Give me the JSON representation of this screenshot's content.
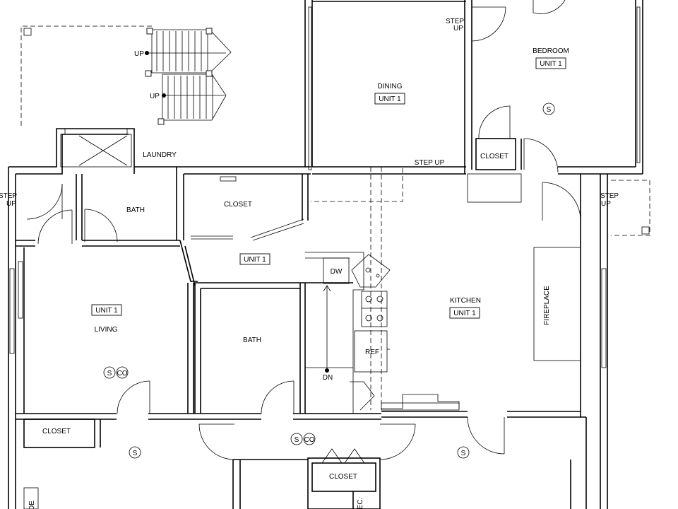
{
  "rooms": {
    "dining": "DINING",
    "bedroom": "BEDROOM",
    "laundry": "LAUNDRY",
    "bath_upper": "BATH",
    "closet_hall": "CLOSET",
    "closet_bedroom": "CLOSET",
    "living": "LIVING",
    "bath_center": "BATH",
    "kitchen": "KITCHEN",
    "fireplace": "FIREPLACE",
    "closet_lower_left": "CLOSET",
    "closet_lower_center": "CLOSET"
  },
  "unit_tags": {
    "dining": "UNIT 1",
    "bedroom": "UNIT 1",
    "hall": "UNIT 1",
    "living": "UNIT 1",
    "kitchen": "UNIT 1"
  },
  "step_labels": {
    "top_step": "STEP",
    "top_up": "UP",
    "dining_step_up": "STEP UP",
    "left_step": "STEP",
    "left_up": "UP",
    "right_step": "STEP",
    "right_up": "UP"
  },
  "stair_labels": {
    "up1": "UP",
    "up2": "UP",
    "dn": "DN"
  },
  "appliances": {
    "dw": "DW",
    "ref": "REF"
  },
  "detectors": {
    "bedroom": "S",
    "living_s": "S",
    "living_co": "CO",
    "lower_left": "S",
    "hall_s": "S",
    "hall_co": "CO",
    "lower_right": "S"
  },
  "partial_labels": {
    "left_edge": "DE",
    "elec": "EC."
  }
}
